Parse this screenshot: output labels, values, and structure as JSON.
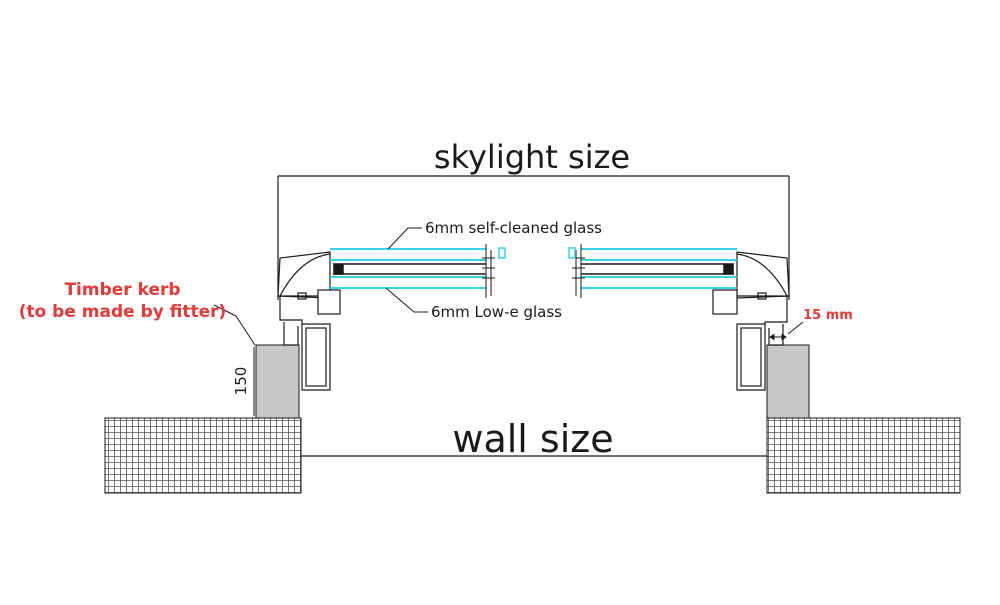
{
  "labels": {
    "skylight_size": "skylight size",
    "wall_size": "wall size",
    "self_cleaned_glass": "6mm self-cleaned glass",
    "low_e_glass": "6mm Low-e glass",
    "kerb_height": "150",
    "kerb_title": "Timber kerb",
    "kerb_note": "(to be made by fitter)",
    "gap": "15 mm"
  },
  "colors": {
    "line": "#1a1a1a",
    "glass": "#34d3e8",
    "kerb_fill": "#c8c8c8",
    "annotation_red": "#e53935"
  }
}
